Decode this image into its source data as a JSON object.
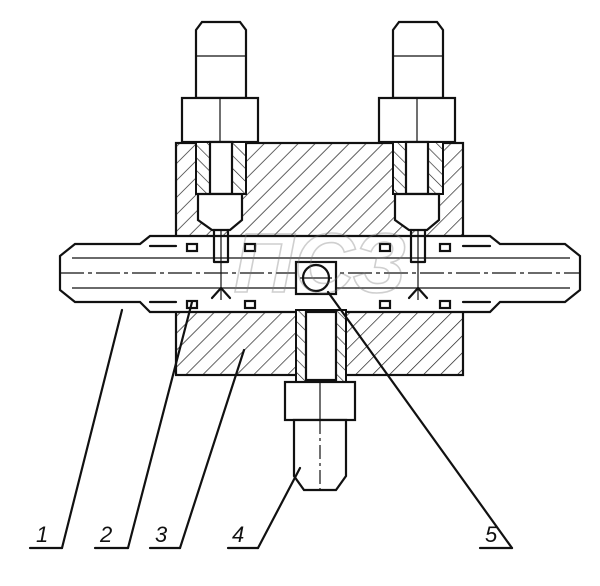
{
  "callouts": [
    {
      "id": "1",
      "label": "1"
    },
    {
      "id": "2",
      "label": "2"
    },
    {
      "id": "3",
      "label": "3"
    },
    {
      "id": "4",
      "label": "4"
    },
    {
      "id": "5",
      "label": "5"
    }
  ],
  "watermark": {
    "text": "ПСЗ"
  }
}
